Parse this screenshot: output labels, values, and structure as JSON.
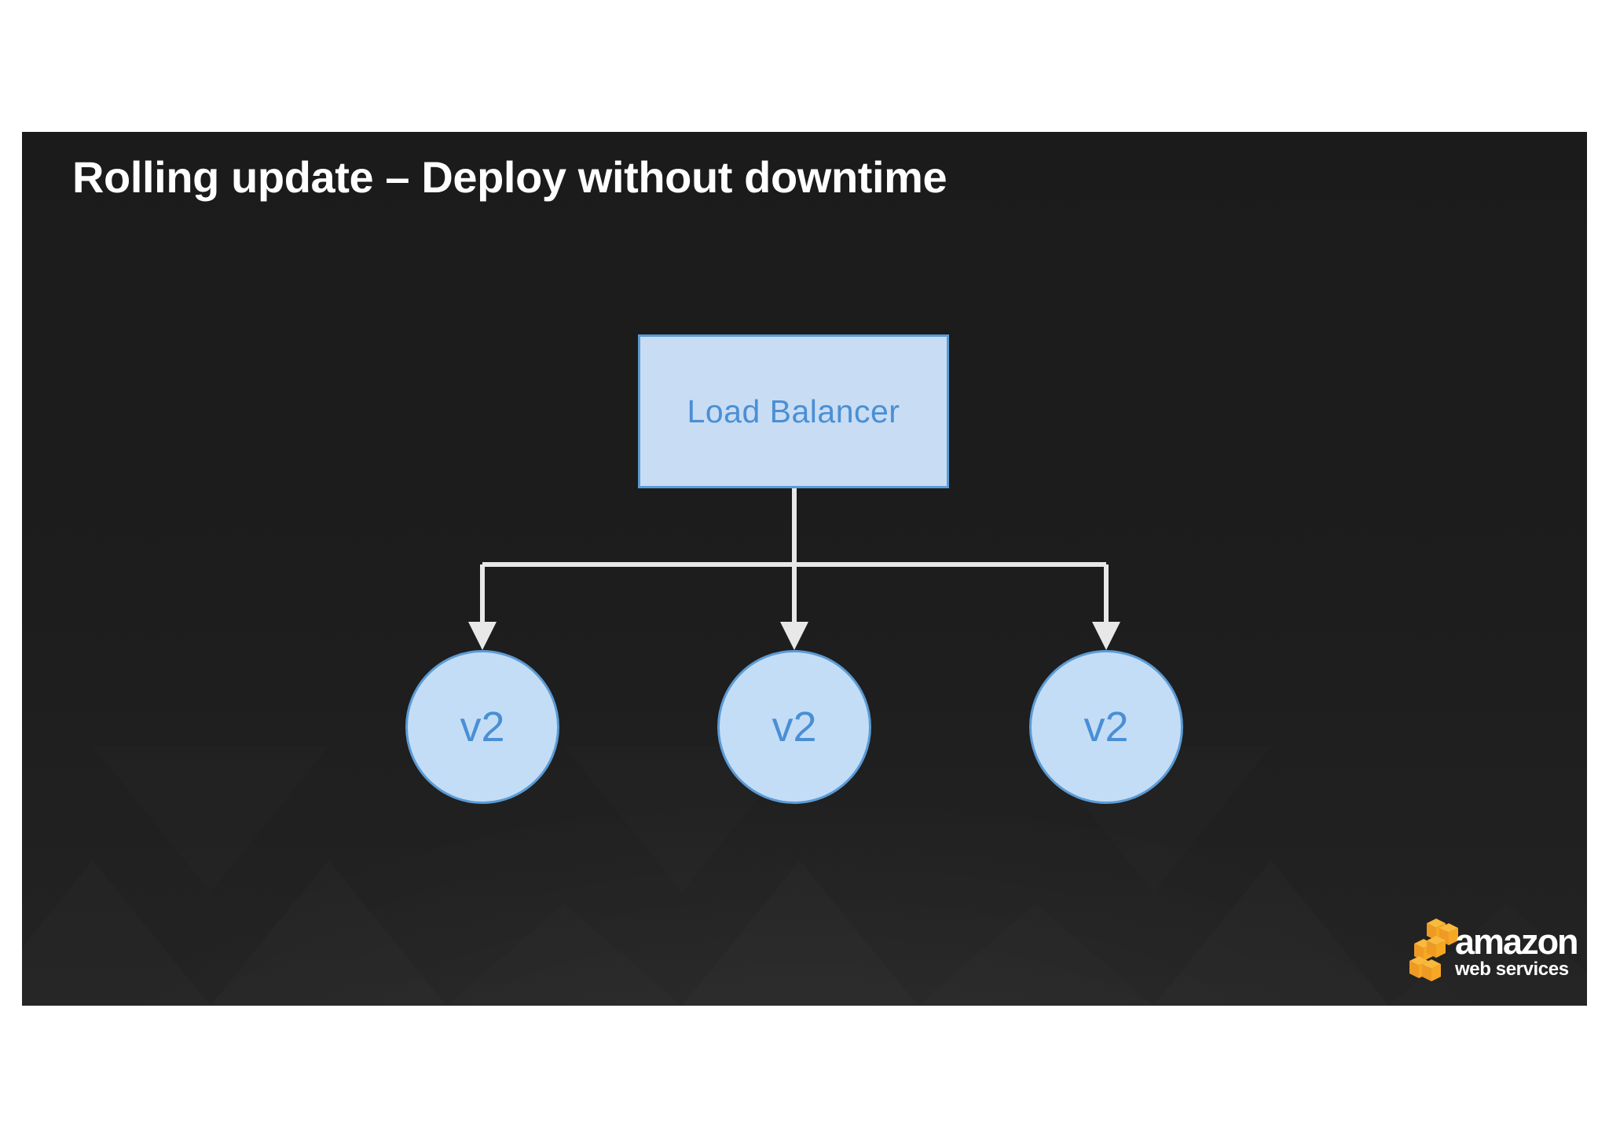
{
  "slide": {
    "title": "Rolling update – Deploy without downtime",
    "background_color": "#1d1d1d",
    "title_color": "#ffffff"
  },
  "diagram": {
    "type": "tree",
    "accent_fill": "#c4ddf7",
    "accent_stroke": "#5b9bd5",
    "accent_text": "#4a8fd4",
    "connector_color": "#e8e8e8",
    "load_balancer": {
      "label": "Load Balancer",
      "shape": "rectangle"
    },
    "nodes": [
      {
        "label": "v2",
        "shape": "circle"
      },
      {
        "label": "v2",
        "shape": "circle"
      },
      {
        "label": "v2",
        "shape": "circle"
      }
    ]
  },
  "logo": {
    "name": "aws-logo",
    "primary_text": "amazon",
    "secondary_text": "web services",
    "cube_color": "#f7a823",
    "text_color": "#ffffff"
  }
}
